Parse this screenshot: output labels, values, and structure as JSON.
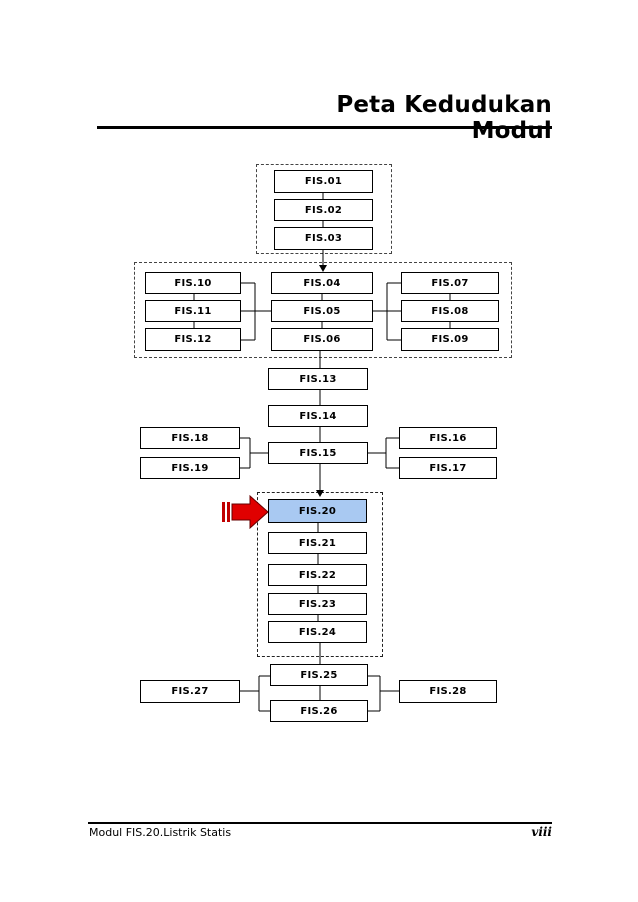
{
  "title": "Peta Kedudukan Modul",
  "footer": {
    "left": "Modul FIS.20.Listrik Statis",
    "page": "viii"
  },
  "highlight_color": "#a9c9f2",
  "arrow_color": "#e00000",
  "modules": {
    "m01": "FIS.01",
    "m02": "FIS.02",
    "m03": "FIS.03",
    "m04": "FIS.04",
    "m05": "FIS.05",
    "m06": "FIS.06",
    "m07": "FIS.07",
    "m08": "FIS.08",
    "m09": "FIS.09",
    "m10": "FIS.10",
    "m11": "FIS.11",
    "m12": "FIS.12",
    "m13": "FIS.13",
    "m14": "FIS.14",
    "m15": "FIS.15",
    "m16": "FIS.16",
    "m17": "FIS.17",
    "m18": "FIS.18",
    "m19": "FIS.19",
    "m20": "FIS.20",
    "m21": "FIS.21",
    "m22": "FIS.22",
    "m23": "FIS.23",
    "m24": "FIS.24",
    "m25": "FIS.25",
    "m26": "FIS.26",
    "m27": "FIS.27",
    "m28": "FIS.28"
  }
}
